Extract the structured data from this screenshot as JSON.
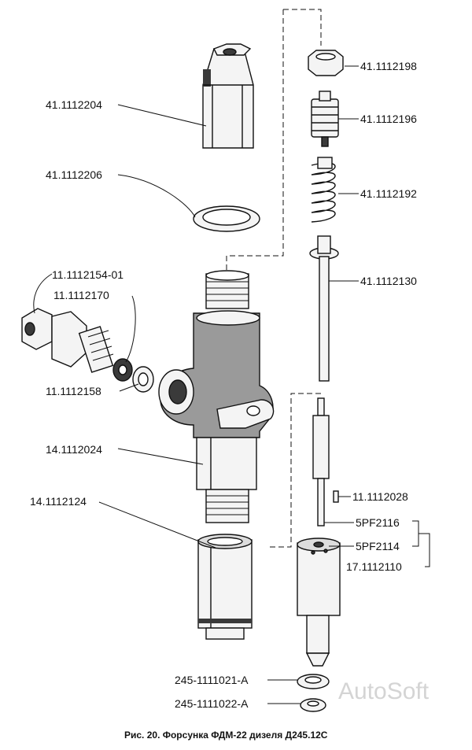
{
  "labels": {
    "nut_cap": "41.1112204",
    "washer_top": "41.1112206",
    "fitting": "11.1112154-01",
    "filter": "11.1112170",
    "seal_washer": "11.1112158",
    "body": "14.1112024",
    "nozzle_nut": "14.1112124",
    "lock_nut": "41.1112198",
    "adjust_screw": "41.1112196",
    "spring": "41.1112192",
    "rod": "41.1112130",
    "pin": "11.1112028",
    "needle": "5PF2116",
    "sprayer": "5PF2114",
    "nozzle_assy": "17.1112110",
    "washer_bottom_1": "245-1111021-A",
    "washer_bottom_2": "245-1111022-A"
  },
  "caption": "Рис. 20. Форсунка ФДМ-22 дизеля Д245.12С",
  "watermark": "AutoSoft"
}
